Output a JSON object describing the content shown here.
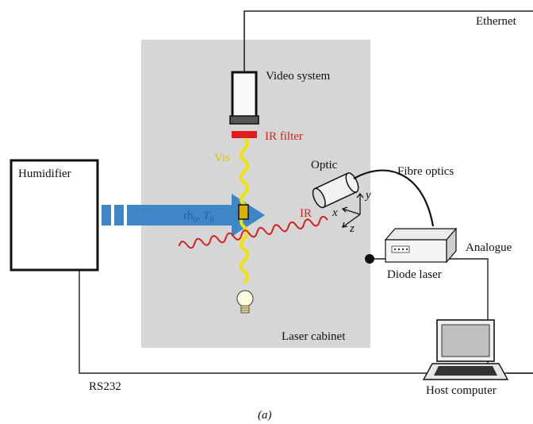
{
  "labels": {
    "ethernet": "Ethernet",
    "video_system": "Video system",
    "ir_filter": "IR filter",
    "vis": "Vis",
    "humidifier": "Humidifier",
    "optic": "Optic",
    "fibre_optics": "Fibre optics",
    "ir": "IR",
    "rh": "rh",
    "rh_sub": "0",
    "t": "T",
    "t_sub": "0",
    "axis_x": "x",
    "axis_y": "y",
    "axis_z": "z",
    "analogue": "Analogue",
    "diode_laser": "Diode laser",
    "laser_cabinet": "Laser cabinet",
    "rs232": "RS232",
    "host_computer": "Host computer",
    "caption": "(a)"
  },
  "colors": {
    "cabinet": "#d4d4d4",
    "stream": "#3f86c6",
    "ir_wave": "#d42020",
    "vis_wave": "#f2e200",
    "ir_filter": "#e01e1e"
  }
}
